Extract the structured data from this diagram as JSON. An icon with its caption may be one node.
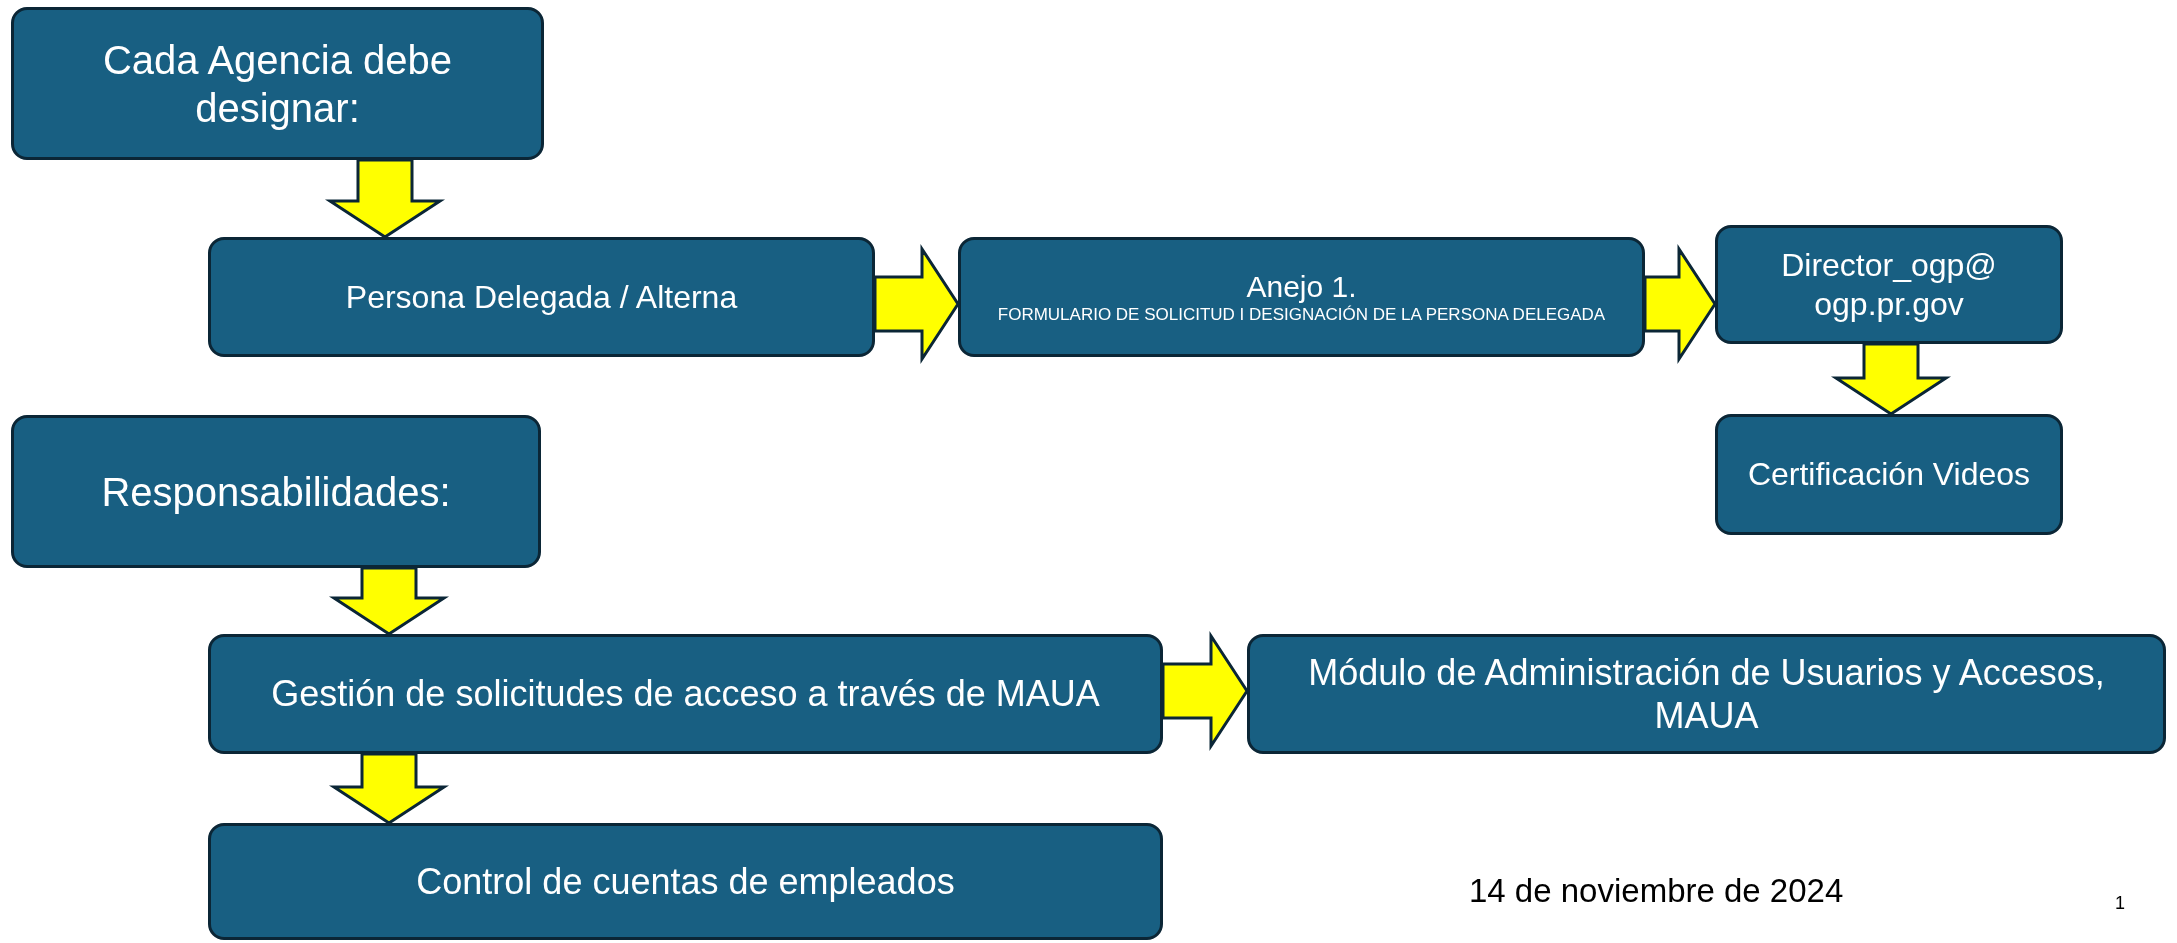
{
  "diagram": {
    "nodes": [
      {
        "text": [
          "Cada Agencia debe designar:"
        ]
      },
      {
        "text": [
          "Persona Delegada / Alterna"
        ]
      },
      {
        "text": [
          "Anejo 1.",
          "FORMULARIO DE SOLICITUD I DESIGNACIÓN DE LA PERSONA DELEGADA"
        ]
      },
      {
        "text": [
          "Director_ogp@ ogp.pr.gov"
        ]
      },
      {
        "text": [
          "Certificación Videos"
        ]
      },
      {
        "text": [
          "Responsabilidades:"
        ]
      },
      {
        "text": [
          "Gestión de solicitudes de acceso a través de MAUA"
        ]
      },
      {
        "text": [
          "Módulo de Administración de Usuarios y Accesos, MAUA"
        ]
      },
      {
        "text": [
          "Control de cuentas de empleados"
        ]
      }
    ],
    "edges": [
      {
        "from": 0,
        "to": 1,
        "arrow": "to"
      },
      {
        "from": 1,
        "to": 2,
        "arrow": "to"
      },
      {
        "from": 2,
        "to": 3,
        "arrow": "to"
      },
      {
        "from": 3,
        "to": 4,
        "arrow": "to"
      },
      {
        "from": 5,
        "to": 6,
        "arrow": "to"
      },
      {
        "from": 6,
        "to": 7,
        "arrow": "to"
      },
      {
        "from": 6,
        "to": 8,
        "arrow": "to"
      }
    ],
    "labels": [
      "14 de noviembre de 2024",
      "1"
    ]
  }
}
